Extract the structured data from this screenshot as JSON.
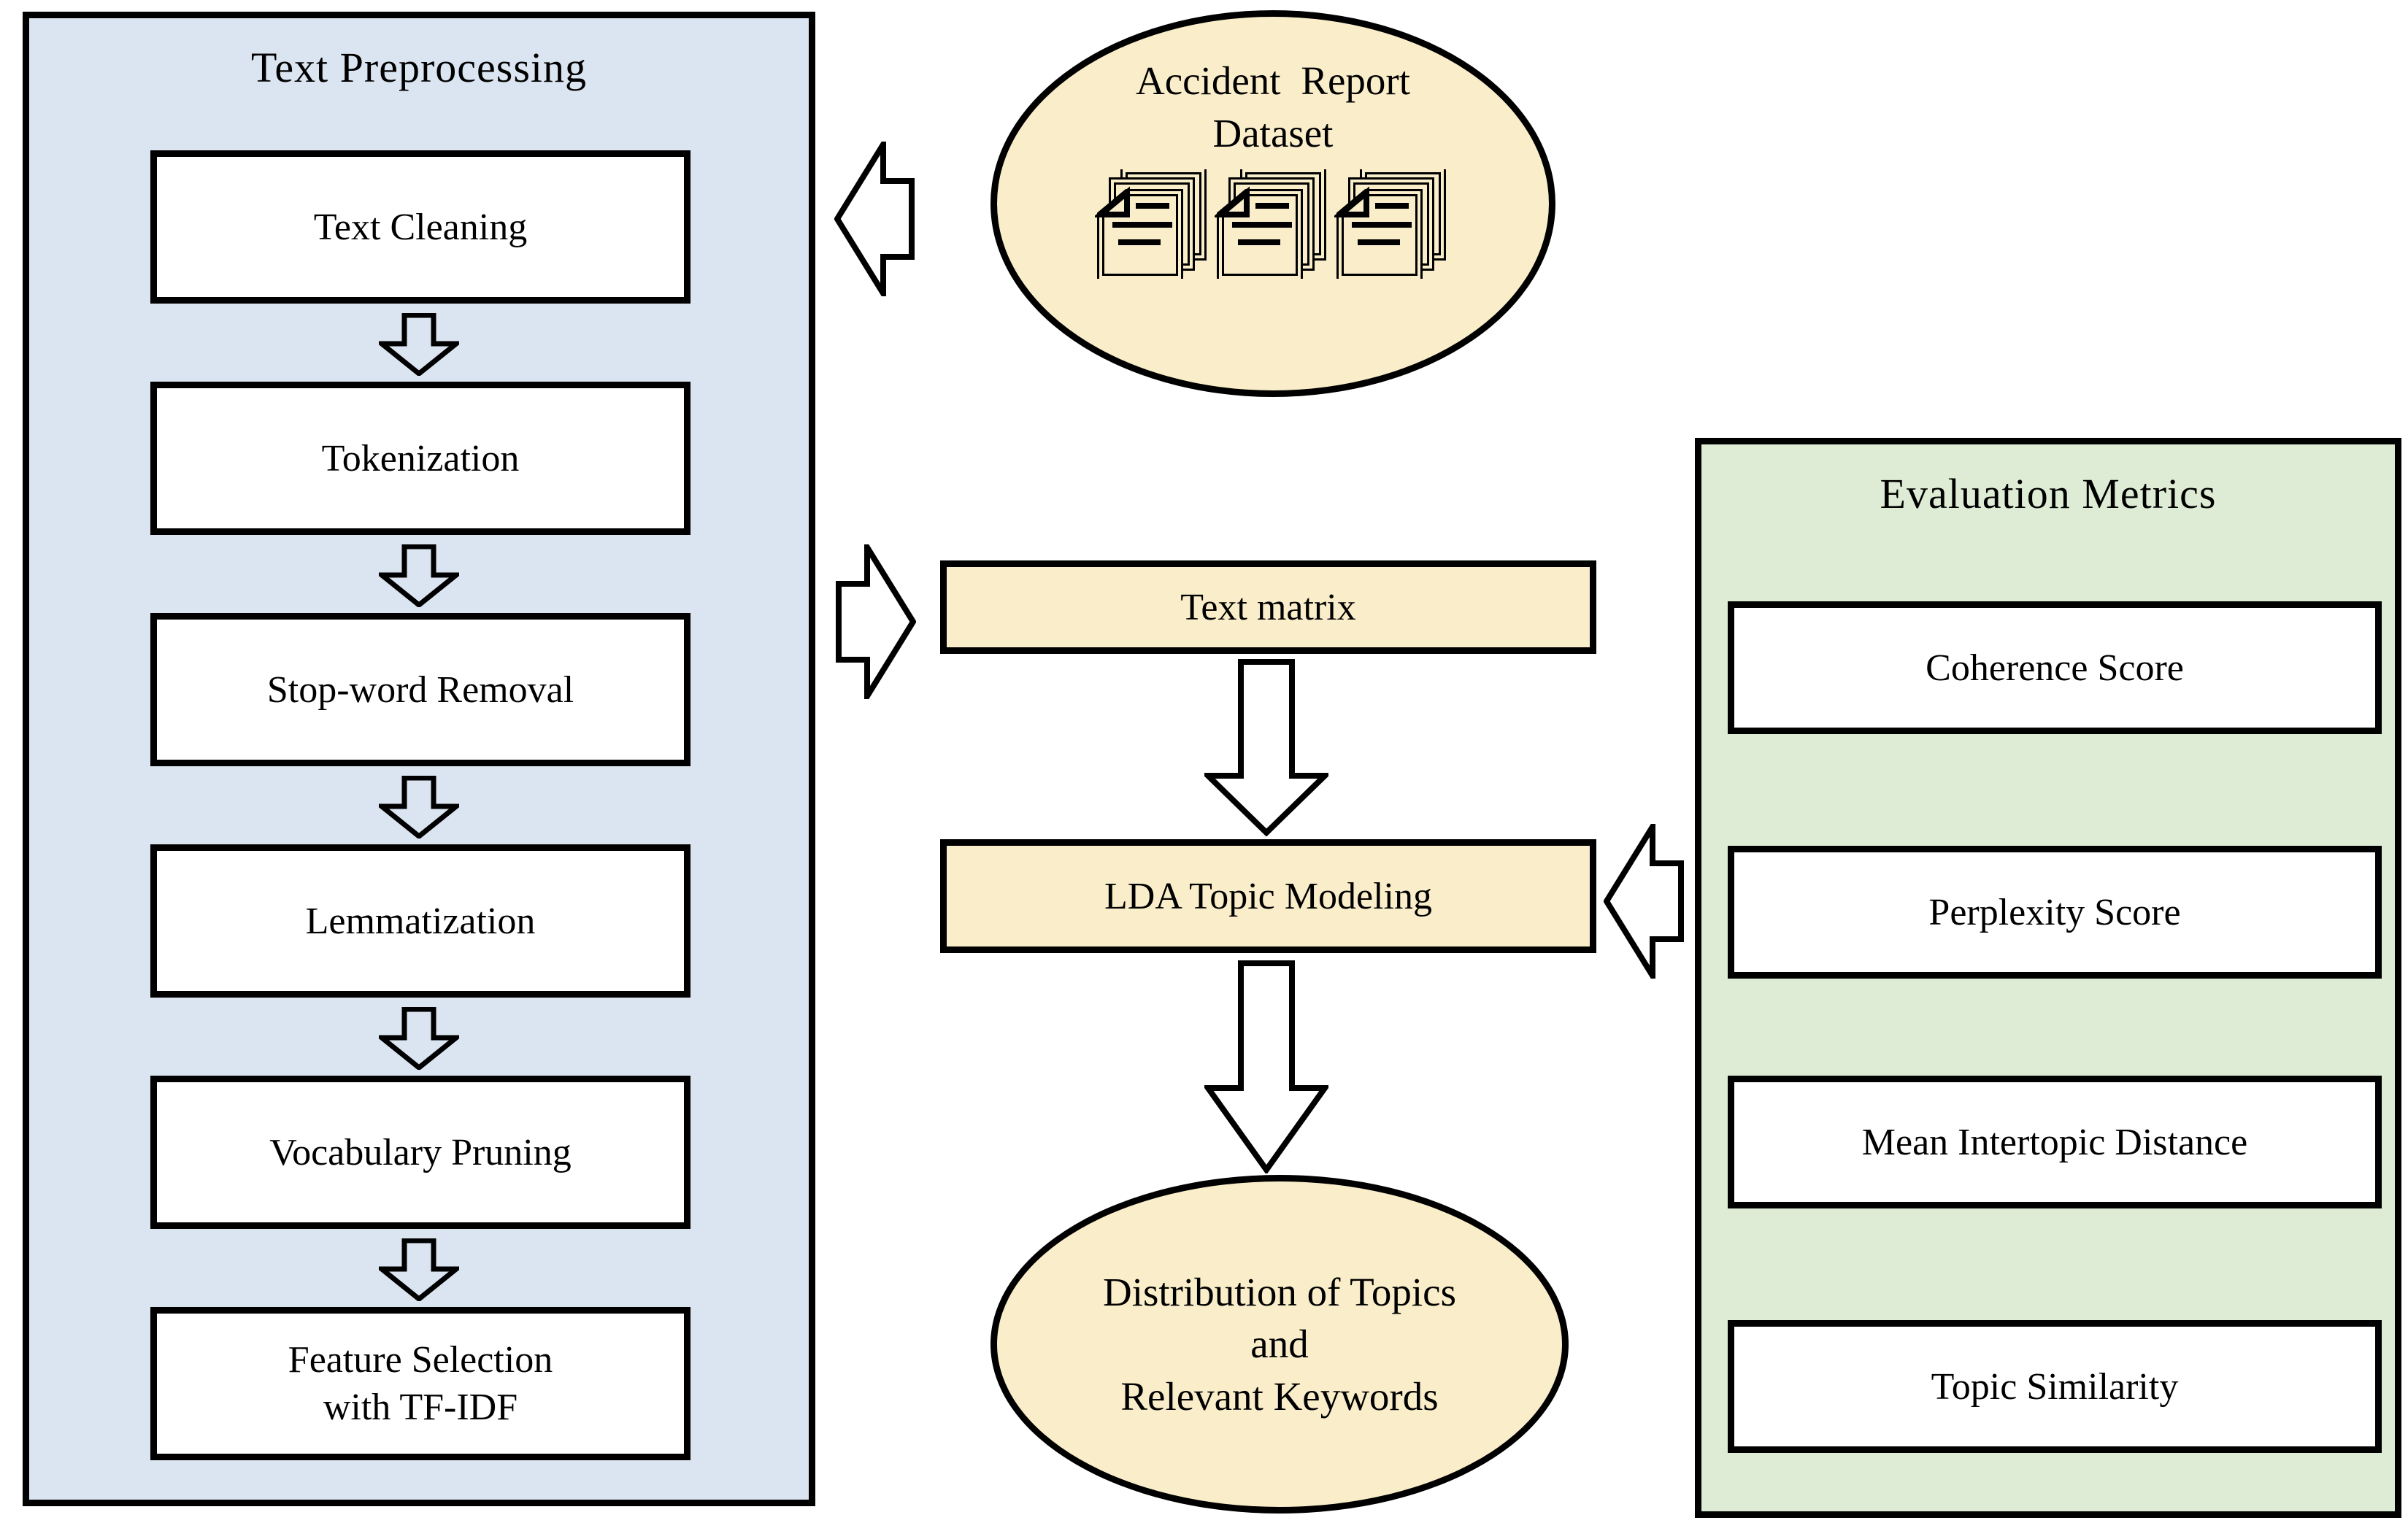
{
  "colors": {
    "preprocessing_panel_bg": "#dbe5f1",
    "evaluation_panel_bg": "#deecd5",
    "node_bg_cream": "#faeeca",
    "step_box_bg": "#ffffff",
    "outline": "#000000"
  },
  "preprocessing": {
    "title": "Text Preprocessing",
    "steps": [
      {
        "label": "Text Cleaning"
      },
      {
        "label": "Tokenization"
      },
      {
        "label": "Stop-word Removal"
      },
      {
        "label": "Lemmatization"
      },
      {
        "label": "Vocabulary Pruning"
      },
      {
        "label": "Feature Selection",
        "label2": "with TF-IDF"
      }
    ]
  },
  "dataset": {
    "line1": "Accident Report",
    "line2": "Dataset",
    "icon": "documents-stack-icon",
    "icon_count": 3
  },
  "pipeline": {
    "text_matrix_label": "Text matrix",
    "lda_label": "LDA Topic Modeling"
  },
  "output": {
    "line1": "Distribution of Topics",
    "line2": "and",
    "line3": "Relevant Keywords"
  },
  "evaluation": {
    "title": "Evaluation Metrics",
    "metrics": [
      "Coherence Score",
      "Perplexity Score",
      "Mean Intertopic Distance",
      "Topic Similarity"
    ]
  }
}
